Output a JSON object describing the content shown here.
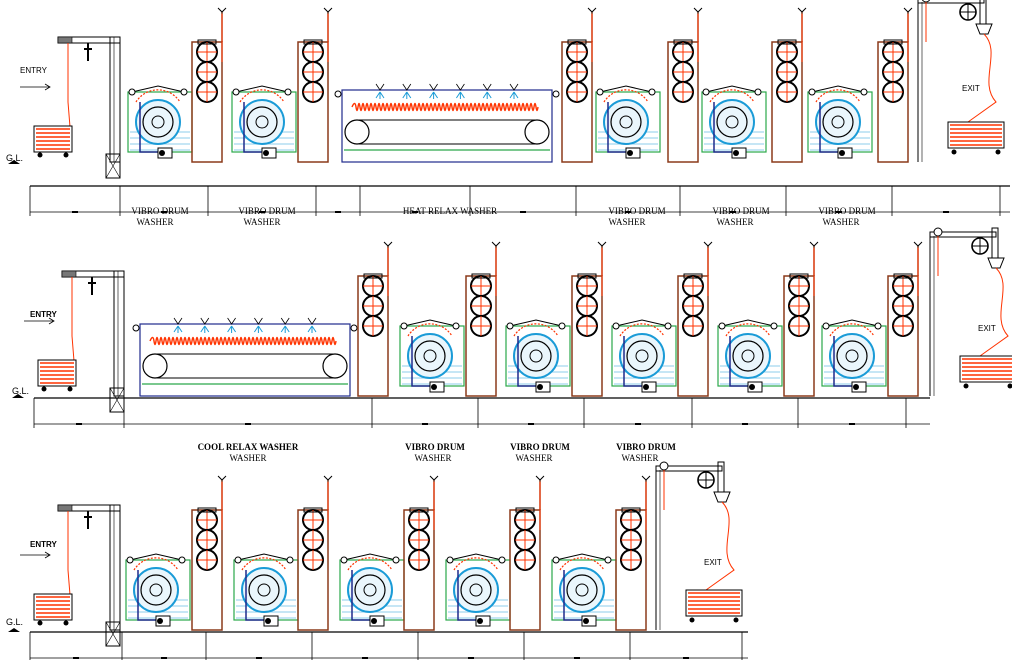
{
  "rows": [
    {
      "entry": "ENTRY",
      "exit": "EXIT",
      "gl": "G.L.",
      "captions": [
        {
          "line1": "VIBRO DRUM",
          "line2": "WASHER"
        },
        {
          "line1": "VIBRO DRUM",
          "line2": "WASHER"
        },
        {
          "line1": "HEAT RELAX WASHER",
          "line2": ""
        },
        {
          "line1": "VIBRO DRUM",
          "line2": "WASHER"
        },
        {
          "line1": "VIBRO DRUM",
          "line2": "WASHER"
        },
        {
          "line1": "VIBRO DRUM",
          "line2": "WASHER"
        }
      ]
    },
    {
      "entry": "ENTRY",
      "exit": "EXIT",
      "gl": "G.L.",
      "captions": [
        {
          "line1": "COOL RELAX WASHER",
          "line2": "WASHER"
        },
        {
          "line1": "VIBRO DRUM",
          "line2": "WASHER"
        },
        {
          "line1": "VIBRO DRUM",
          "line2": "WASHER"
        },
        {
          "line1": "VIBRO DRUM",
          "line2": "WASHER"
        }
      ]
    },
    {
      "entry": "ENTRY",
      "exit": "EXIT",
      "gl": "G.L.",
      "captions": []
    }
  ],
  "colors": {
    "frame": "#8b3a1a",
    "fabric": "#ff3300",
    "drum": "#1a9bd7",
    "tank": "#2aa84a",
    "conveyor": "#1f2a8c",
    "line": "#000000"
  }
}
